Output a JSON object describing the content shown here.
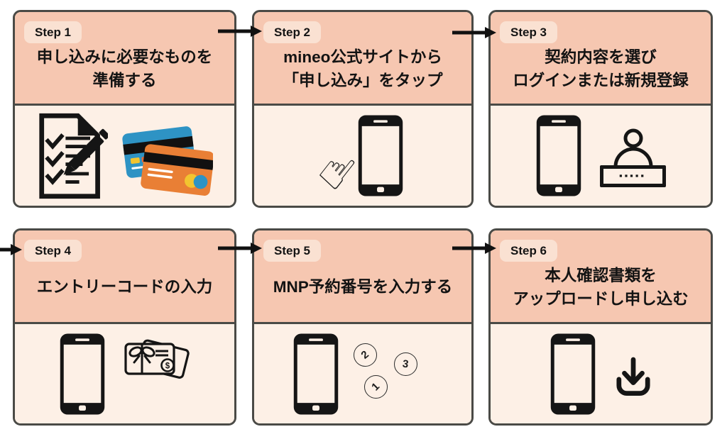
{
  "page": {
    "background": "#ffffff",
    "description": "6-step signup flow infographic"
  },
  "colors": {
    "header_bg": "#f6c7b1",
    "body_bg": "#fdf0e6",
    "badge_bg": "#fae1d2",
    "card_border": "#4a4a46",
    "ink": "#151515",
    "arrow": "#111111",
    "card_blue": "#2e93c4",
    "card_orange": "#e97f35",
    "accent_yellow": "#f2c430",
    "chip_orange": "#e06b3c"
  },
  "glyphs": {
    "hand": "☝",
    "dollar": "$",
    "password_dots": "▪▪▪▪▪"
  },
  "steps": [
    {
      "badge": "Step 1",
      "title": "申し込みに必要なものを\n準備する",
      "icons": [
        "checklist-pen-icon",
        "credit-cards-icon"
      ]
    },
    {
      "badge": "Step 2",
      "title": "mineo公式サイトから\n「申し込み」をタップ",
      "icons": [
        "pointing-hand-icon",
        "smartphone-icon"
      ]
    },
    {
      "badge": "Step 3",
      "title": "契約内容を選び\nログインまたは新規登録",
      "icons": [
        "smartphone-icon",
        "user-password-icon"
      ]
    },
    {
      "badge": "Step 4",
      "title": "エントリーコードの入力",
      "icons": [
        "smartphone-icon",
        "gift-card-icon"
      ]
    },
    {
      "badge": "Step 5",
      "title": "MNP予約番号を入力する",
      "icons": [
        "smartphone-icon",
        "number-circles-icon"
      ],
      "circle_digits": [
        "2",
        "3",
        "1"
      ]
    },
    {
      "badge": "Step 6",
      "title": "本人確認書類を\nアップロードし申し込む",
      "icons": [
        "smartphone-icon",
        "upload-download-icon"
      ]
    }
  ]
}
